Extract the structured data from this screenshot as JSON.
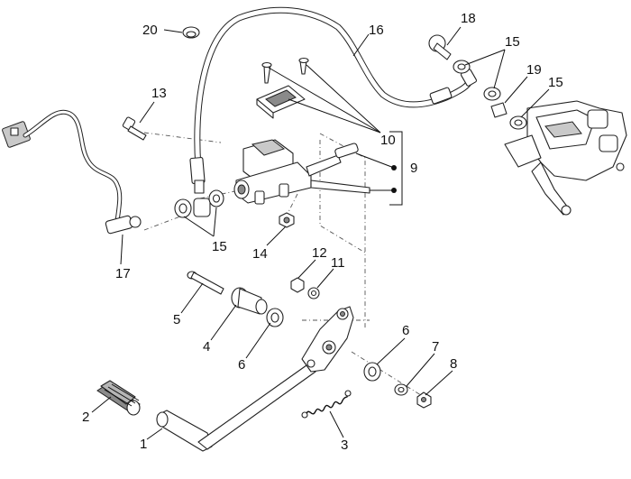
{
  "diagram": {
    "callouts": {
      "c1": "1",
      "c2": "2",
      "c3": "3",
      "c4": "4",
      "c5": "5",
      "c6a": "6",
      "c6b": "6",
      "c7": "7",
      "c8": "8",
      "c9": "9",
      "c10": "10",
      "c11": "11",
      "c12": "12",
      "c13": "13",
      "c14": "14",
      "c15a": "15",
      "c15b": "15",
      "c15c": "15",
      "c16": "16",
      "c17": "17",
      "c18": "18",
      "c19": "19",
      "c20": "20"
    }
  }
}
